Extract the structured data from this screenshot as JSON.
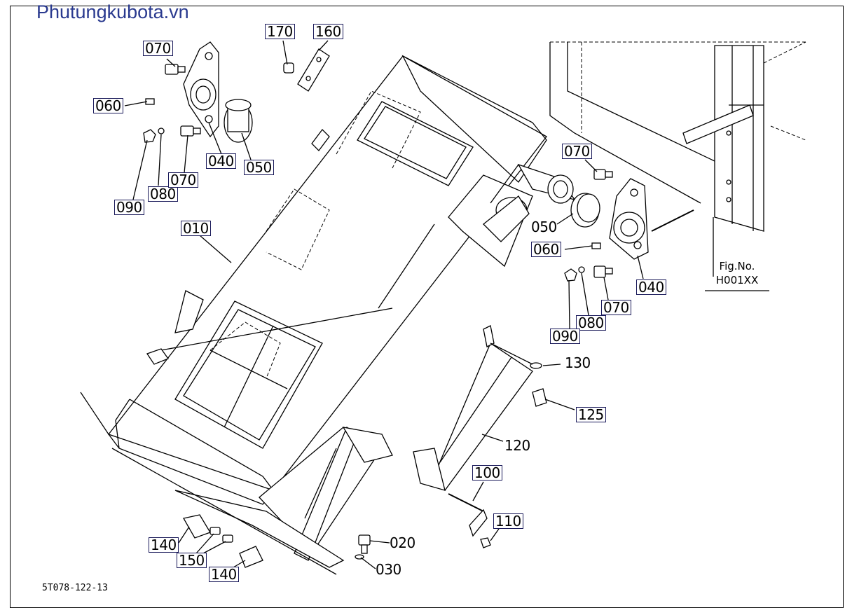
{
  "watermark": "Phutungkubota.vn",
  "figure_code": "5T078-122-13",
  "figure_ref": {
    "line1": "Fig.No.",
    "line2": "H001XX"
  },
  "callouts": [
    {
      "id": "c070a",
      "text": "070"
    },
    {
      "id": "c060a",
      "text": "060"
    },
    {
      "id": "c090a",
      "text": "090"
    },
    {
      "id": "c080a",
      "text": "080"
    },
    {
      "id": "c070b",
      "text": "070"
    },
    {
      "id": "c040a",
      "text": "040"
    },
    {
      "id": "c050a",
      "text": "050"
    },
    {
      "id": "c170",
      "text": "170"
    },
    {
      "id": "c160",
      "text": "160"
    },
    {
      "id": "c010",
      "text": "010"
    },
    {
      "id": "c070c",
      "text": "070"
    },
    {
      "id": "c050b",
      "text": "050"
    },
    {
      "id": "c060b",
      "text": "060"
    },
    {
      "id": "c040b",
      "text": "040"
    },
    {
      "id": "c070d",
      "text": "070"
    },
    {
      "id": "c080b",
      "text": "080"
    },
    {
      "id": "c090b",
      "text": "090"
    },
    {
      "id": "c130",
      "text": "130"
    },
    {
      "id": "c125",
      "text": "125"
    },
    {
      "id": "c120",
      "text": "120"
    },
    {
      "id": "c100",
      "text": "100"
    },
    {
      "id": "c110",
      "text": "110"
    },
    {
      "id": "c020",
      "text": "020"
    },
    {
      "id": "c030",
      "text": "030"
    },
    {
      "id": "c140a",
      "text": "140"
    },
    {
      "id": "c150",
      "text": "150"
    },
    {
      "id": "c140b",
      "text": "140"
    }
  ]
}
